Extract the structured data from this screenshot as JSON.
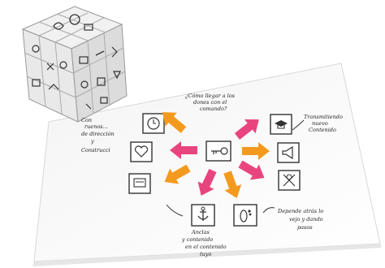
{
  "image": {
    "description_labels": {
      "sheet": "paper-sheet",
      "cube": "icon-cube"
    },
    "notes": {
      "top": [
        "¿Cómo llegar a los",
        "dones con el",
        "comando?"
      ],
      "left": [
        "Con",
        "ruenos...",
        "de dirección",
        "y",
        "Construcci"
      ],
      "right": [
        "Transmitiendo",
        "nuevo",
        "Contenido"
      ],
      "bottom_right": [
        "Depende atrás lo",
        "vejo y dando",
        "pasos"
      ],
      "bottom_center": [
        "Anclas",
        "y contenido",
        "en el contenido",
        "tuyo"
      ]
    },
    "colors": {
      "orange": "#f39a1e",
      "pink": "#e8457f",
      "ink": "#222222",
      "paper": "#ffffff",
      "cube": "#ececec"
    }
  }
}
